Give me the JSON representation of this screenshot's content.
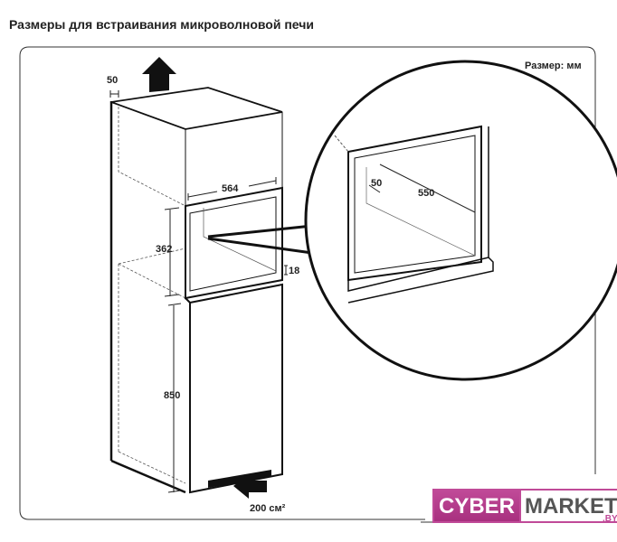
{
  "title": "Размеры для встраивания микроволновой печи",
  "size_note": "Размер: мм",
  "dimensions": {
    "top_gap": "50",
    "width": "564",
    "height": "362",
    "shelf": "18",
    "base": "850",
    "vent_area": "200 см²",
    "detail_depth_offset": "50",
    "detail_depth": "550"
  },
  "logo": {
    "part1": "CYBER",
    "part2": "MARKET",
    "suffix": ".BY"
  }
}
